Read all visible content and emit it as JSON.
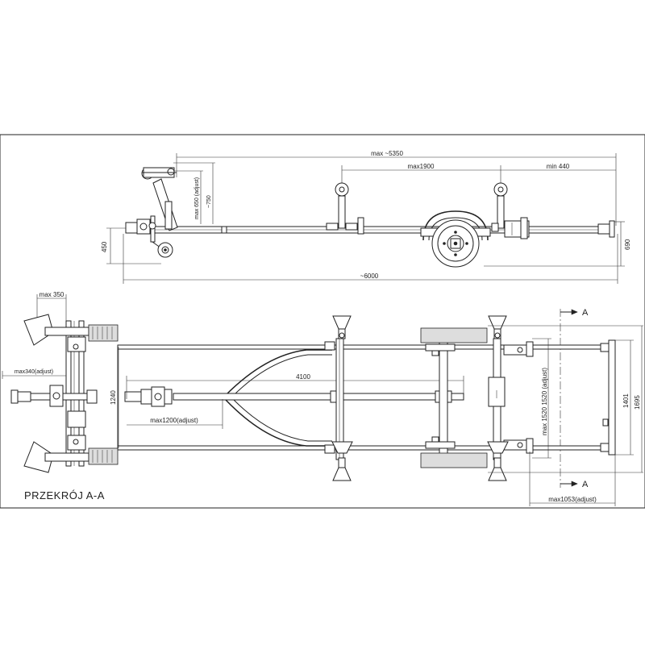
{
  "side_view": {
    "dimensions": {
      "overall_top": "max ~5350",
      "axle_span": "max1900",
      "rear_min": "min 440",
      "winch_post_height": "max 650 (adjust)",
      "winch_height": "~750",
      "hitch_height": "450",
      "rear_height": "690",
      "overall_length": "~6000"
    }
  },
  "top_view": {
    "dimensions": {
      "bunk_width_max": "max 350",
      "bunk_adjust": "max340(adjust)",
      "drawbar_length": "4100",
      "winch_adjust": "max1200(adjust)",
      "frame_width": "1240",
      "inner_width": "max 1520 1520 (adjust)",
      "rear_width_a": "1401",
      "rear_width_b": "1695",
      "rear_overhang": "max1053(adjust)"
    },
    "section_marks": {
      "upper": "A",
      "lower": "A"
    }
  },
  "section_title": "PRZEKRÓJ  A-A"
}
